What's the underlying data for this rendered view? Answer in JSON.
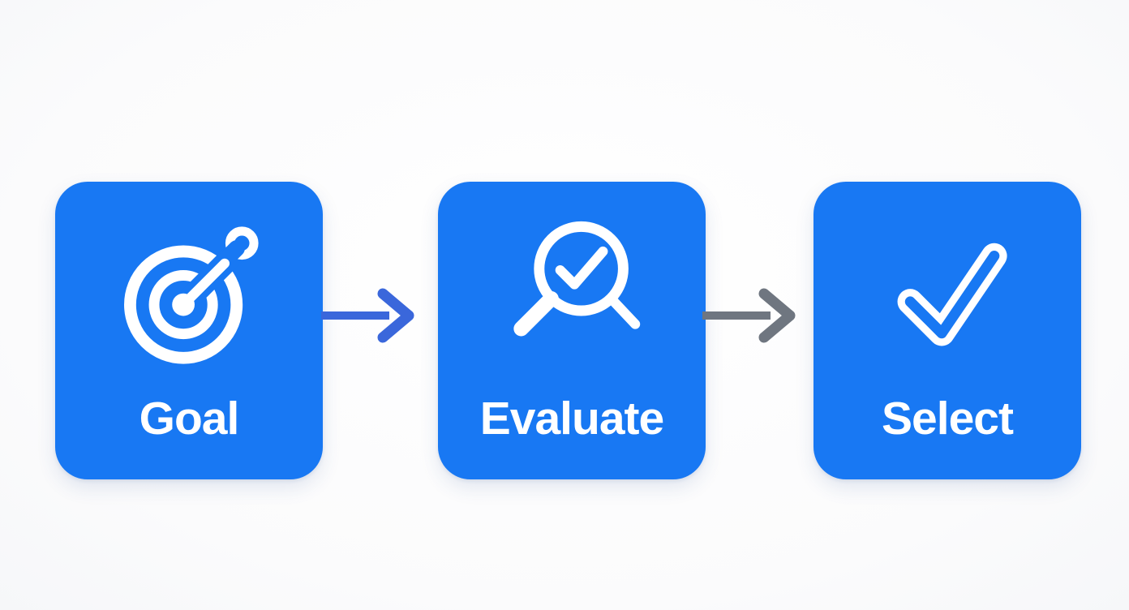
{
  "diagram": {
    "background": "#fbfbfc",
    "label_color": "#ffffff",
    "icon_color": "#ffffff",
    "steps": [
      {
        "id": "goal",
        "label": "Goal",
        "icon": "target-dart-icon",
        "color": "#1878F3"
      },
      {
        "id": "evaluate",
        "label": "Evaluate",
        "icon": "magnifier-check-icon",
        "color": "#1878F3"
      },
      {
        "id": "select",
        "label": "Select",
        "icon": "checkmark-outline-icon",
        "color": "#1878F3"
      }
    ],
    "connectors": [
      {
        "from": "goal",
        "to": "evaluate",
        "color": "#3A67DB"
      },
      {
        "from": "evaluate",
        "to": "select",
        "color": "#6F7680"
      }
    ]
  }
}
